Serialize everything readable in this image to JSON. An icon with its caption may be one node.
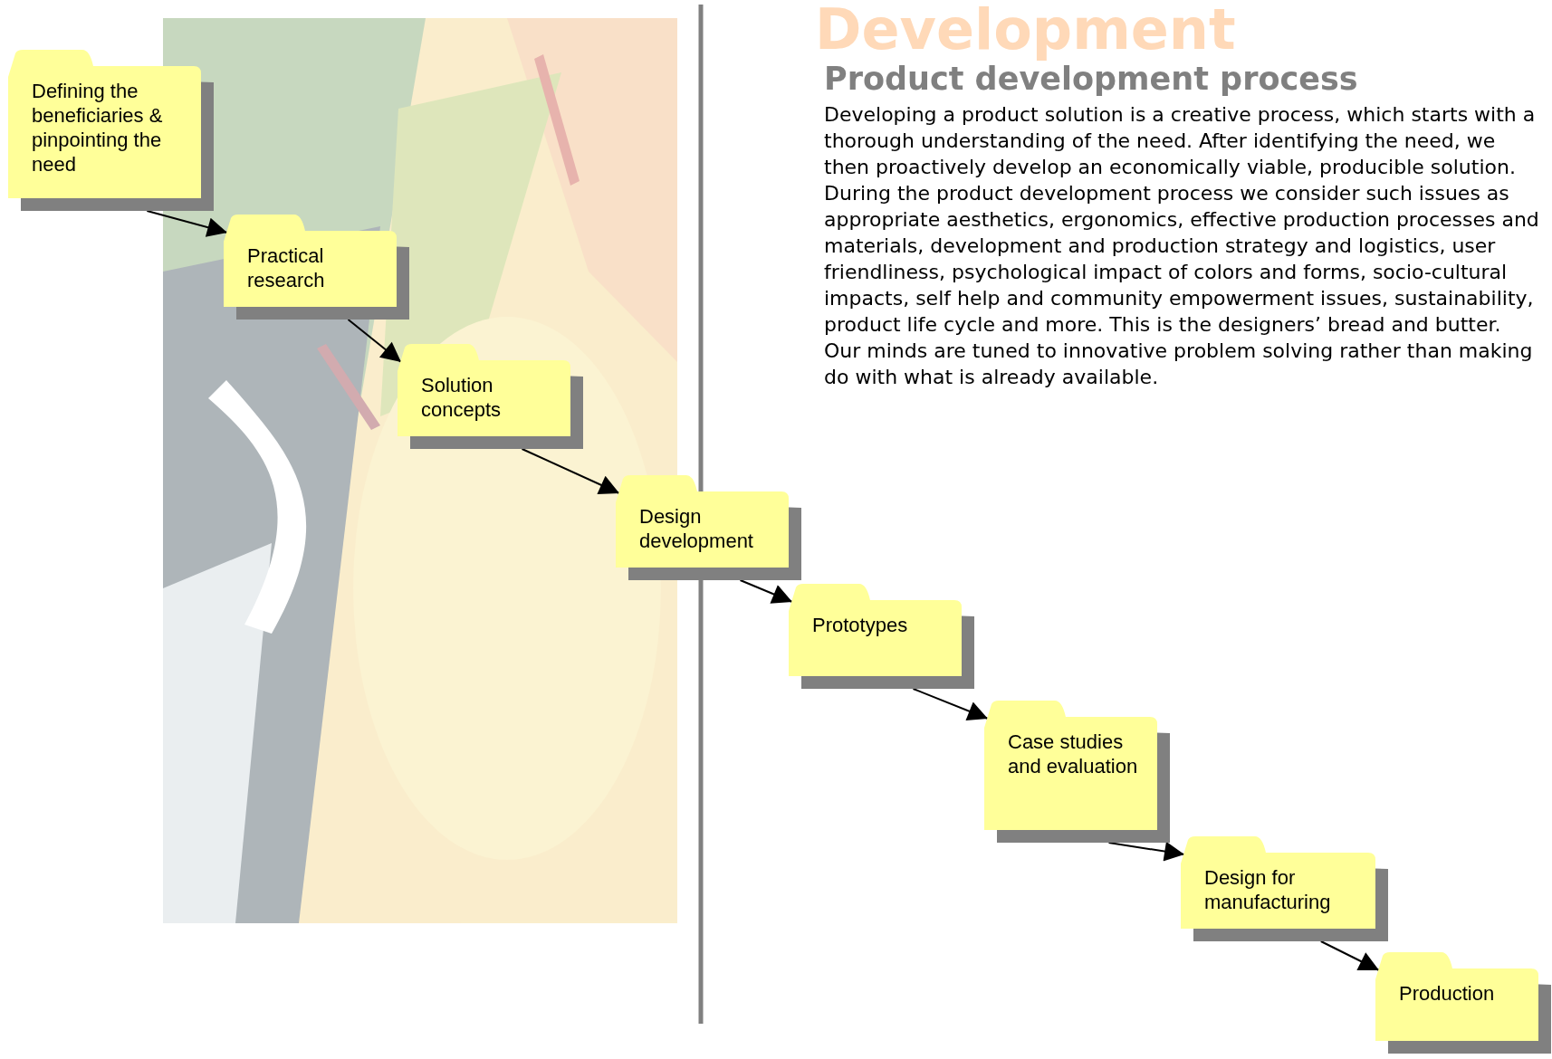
{
  "diagram": {
    "title": "Product development process",
    "nodes": [
      {
        "text": [
          "Defining the beneficiaries & pinpointing the need"
        ]
      },
      {
        "text": [
          "Practical research"
        ]
      },
      {
        "text": [
          "Solution concepts"
        ]
      },
      {
        "text": [
          "Design development"
        ]
      },
      {
        "text": [
          "Prototypes"
        ]
      },
      {
        "text": [
          "Case studies and evaluation"
        ]
      },
      {
        "text": [
          "Design for manufacturing"
        ]
      },
      {
        "text": [
          "Production"
        ]
      }
    ],
    "edges": [
      {
        "from": 0,
        "to": 1,
        "arrow": "to"
      },
      {
        "from": 1,
        "to": 2,
        "arrow": "to"
      },
      {
        "from": 2,
        "to": 3,
        "arrow": "to"
      },
      {
        "from": 3,
        "to": 4,
        "arrow": "to"
      },
      {
        "from": 4,
        "to": 5,
        "arrow": "to"
      },
      {
        "from": 5,
        "to": 6,
        "arrow": "to"
      },
      {
        "from": 6,
        "to": 7,
        "arrow": "to"
      }
    ],
    "labels": [
      "Development",
      "Developing a product solution is a creative process, which starts with a thorough understanding of the need. After identifying the need, we then proactively develop an economically viable, producible solution. During the product development process we consider such issues as appropriate aesthetics, ergonomics, effective production processes and materials, development and production strategy and logistics, user friendliness, psychological impact of colors and forms, socio-cultural impacts, self help and community empowerment issues, sustainability, product life cycle and more. This is the designers’ bread and butter. Our minds are tuned to innovative problem solving rather than making do with what is already available."
    ]
  }
}
